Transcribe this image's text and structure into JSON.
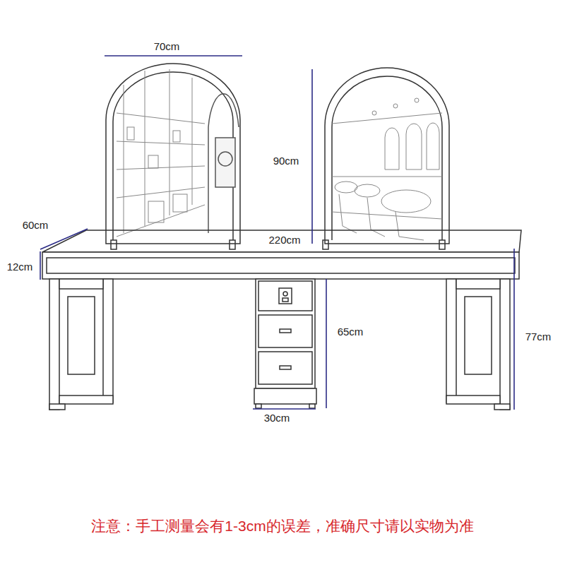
{
  "diagram": {
    "labels": [
      "70cm",
      "90cm",
      "60cm",
      "220cm",
      "12cm",
      "65cm",
      "77cm",
      "30cm",
      "注意：手工测量会有1-3cm的误差，准确尺寸请以实物为准"
    ]
  }
}
